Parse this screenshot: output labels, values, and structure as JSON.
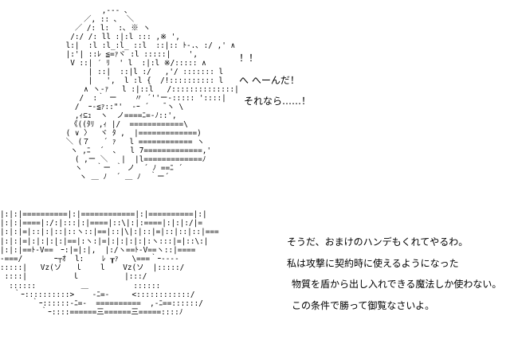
{
  "colors": {
    "background": "#ffffff",
    "text": "#000000"
  },
  "top_panel": {
    "art": "            ,-‐- ､\n        ／, :: ､  ＼\n      ／ /: l:  :､ ※ ヽ\n     /:/ /: ll :|:l ::: ,※ ',\n    l:|  :l :l_:l_ ::l  ::|:: ﾄ-.､ :/ ,' ∧\n    |:'| ::ﾚ ≦=ｧヾ :l :::::|    ',\n     V ::| ′ ﾘ  ' l  :|:l ※/::::: ∧\n         | ::|  ::|l :/   ,'/ ::::::: l\n         |   ',  l :l {  /!:::::::::: l\n        ∧ ヽ-ｧ   l :|::l   /::::::::::::::|\n       /  :｀ ー    〃 ´''ー-::::: '::::|\n      /  ｰ-≦ｧ::\"'  ‐ｰ ´   ̄ ヽ \\\n      ,ｨ⊆ｭ  ヽ  ノ====ﾆ=-ﾉ::',\n     《((ﾀﾘ ,ｨ |/  ============\\\n    ( ∨ 〉  ヾ ﾀ ,  |=============)\n    ＼ (７   ´ ｧ   l ============ ヽ\n     ヽ ,ﾆ  ´  ､   l 7=============,'\n      ( ,ー ＼   |  |l=============ﾉ\n      ヽ   ｀ー ｀ ノ  ´ ﾉ ==ﾆ ´\n       ヽ ＿ ﾉ  ´ ＿ ﾉ  ｀ー´",
    "lines": [
      "！！",
      "へ へーんだ！",
      "それなら……！"
    ]
  },
  "bottom_panel": {
    "art": "|:|:|==========|:|============|:|==========|:|\n|:|:|====|:/:|:::|:|====|::\\|:|:====|:|:|:/|=\n|:|:|=|::|:|::|::ヽ::|==|::|\\|:|::|=|::|::|::|===\n|:|:|=|:|:|:|:|==|:ヽ:|=|:|:|:|:|:ヽ:::|=|::\\:|\n|:|:|==ﾄ-V==｀ｰ:|=|:|,  |:/ヽ==ﾄ-V==ヽ::|====\n-===/       ｰ┬ｵ  l:    ﾚ ┰ｧ   \\===｀ｰ----\n:::::|   Vz(ソ   ｌ    l    Vz(ソ  |:::::/\n ::::|          ｌ          |:::/\n  ::::::          ＿          ::::::\n   ｀ｰ::::::::::>    -ﾆ=-     <::::::::::::/\n       ｀ｰ::::::-ﾆ=-  ==========  ,-ﾆ==::::::/\n         ｀ｰ::::======三======三=====::::ﾉ",
    "lines": [
      "そうだ、おまけのハンデもくれてやるわ。",
      "私は攻撃に契約時に使えるようになった",
      "物質を盾から出し入れできる魔法しか使わない。",
      "この条件で勝って御覧なさいよ。"
    ]
  }
}
